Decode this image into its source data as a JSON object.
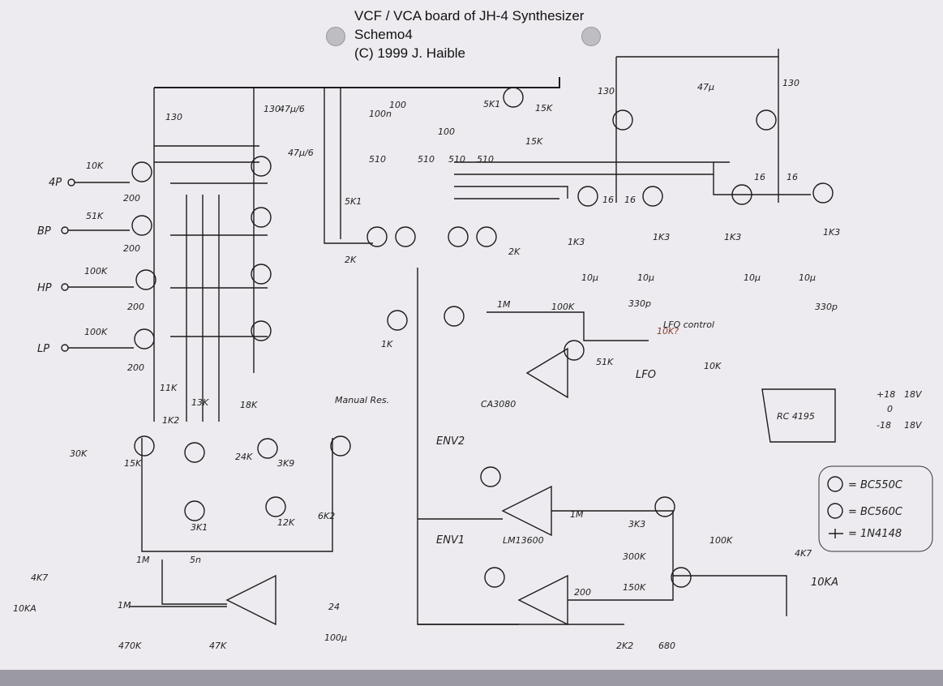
{
  "title": {
    "line1": "VCF / VCA board of JH-4 Synthesizer",
    "line2": "Schemo4",
    "line3": "(C) 1999 J. Haible"
  },
  "inputs": {
    "hp4": "4P",
    "bp": "BP",
    "hp": "HP",
    "lp": "LP"
  },
  "resistors": {
    "r10k": "10K",
    "r51k": "51K",
    "r100k_a": "100K",
    "r100k_b": "100K",
    "r200_a": "200",
    "r200_b": "200",
    "r200_c": "200",
    "r200_d": "200",
    "r130_a": "130",
    "r130_b": "130",
    "r130_c": "130",
    "r130_d": "130",
    "r1k2": "1K2",
    "r11k": "11K",
    "r13k": "13K",
    "r18k": "18K",
    "r30k": "30K",
    "r15k": "15K",
    "r24k": "24K",
    "r3k9": "3K9",
    "r3k1": "3K1",
    "r12k": "12K",
    "r6k2": "6K2",
    "r1k": "1K",
    "r510_a": "510",
    "r510_b": "510",
    "r510_c": "510",
    "r510_d": "510",
    "r5k1_a": "5K1",
    "r5k1_b": "5K1",
    "r2k_a": "2K",
    "r2k_b": "2K",
    "r1k3_a": "1K3",
    "r1k3_b": "1K3",
    "r1k3_c": "1K3",
    "r1k3_d": "1K3",
    "r16_a": "16",
    "r16_b": "16",
    "r16_c": "16",
    "r16_d": "16",
    "r1m_a": "1M",
    "r1m_b": "1M",
    "r1m_c": "1M",
    "r47k": "47K",
    "r470k": "470K",
    "r4k7_a": "4K7",
    "r4k7_b": "4K7",
    "r300k": "300K",
    "r150k": "150K",
    "r3k3": "3K3",
    "r680": "680",
    "r2k2": "2K2",
    "r24": "24",
    "r15k_b": "15K",
    "r15k_c": "15K"
  },
  "capacitors": {
    "c47u_a": "47µ",
    "c47u_b": "47µ/6",
    "c47u_c": "47µ/6",
    "c10u_a": "10µ",
    "c10u_b": "10µ",
    "c10u_c": "10µ",
    "c10u_d": "10µ",
    "c100n": "100n",
    "c100u": "100µ",
    "c330p_a": "330p",
    "c330p_b": "330p",
    "c5n": "5n"
  },
  "pots": {
    "p100_a": "100",
    "p100_b": "100",
    "p100k": "100K",
    "p10k": "10K",
    "p10ka": "10KA"
  },
  "annotations": {
    "manual_res": "Manual Res.",
    "lfo": "LFO",
    "lfo_control": "LFO control",
    "env1": "ENV1",
    "env2": "ENV2",
    "ca3080": "CA3080",
    "lm13600": "LM13600",
    "rc4195": "RC 4195",
    "plus18": "+18",
    "zero": "0",
    "minus18": "-18",
    "v18a": "18V",
    "v18b": "18V",
    "red_note": "10K?"
  },
  "legend": {
    "bc550": "= BC550C",
    "bc560": "= BC560C",
    "diode": "= 1N4148"
  }
}
